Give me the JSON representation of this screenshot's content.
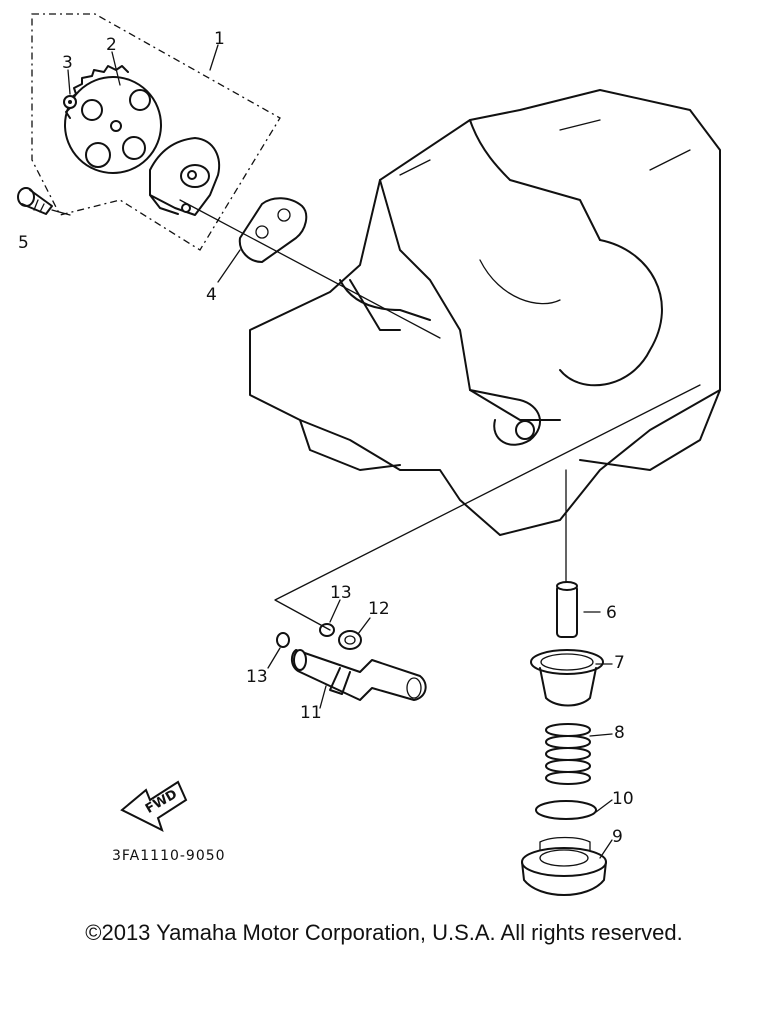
{
  "callouts": {
    "c1": "1",
    "c2": "2",
    "c3": "3",
    "c4": "4",
    "c5": "5",
    "c6": "6",
    "c7": "7",
    "c8": "8",
    "c9": "9",
    "c10": "10",
    "c11": "11",
    "c12": "12",
    "c13a": "13",
    "c13b": "13"
  },
  "fwd_label": "FWD",
  "part_code": "3FA1110-9050",
  "copyright": "©2013 Yamaha Motor Corporation, U.S.A. All rights reserved."
}
